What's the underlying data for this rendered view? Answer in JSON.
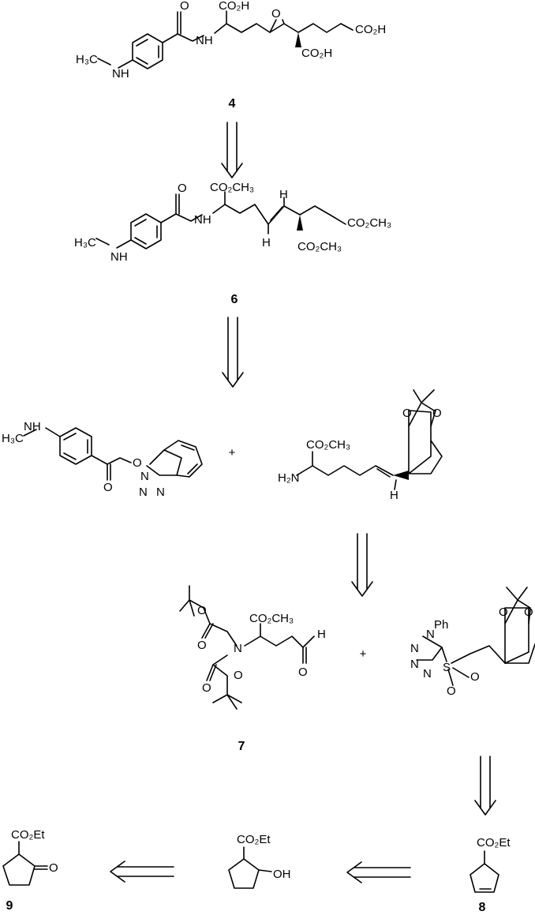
{
  "compound_labels": {
    "c4": "4",
    "c6": "6",
    "c7": "7",
    "c8": "8",
    "c9": "9"
  },
  "text": {
    "plus": "+",
    "co2h": "CO₂H",
    "co2ch3": "CO₂CH₃",
    "co2et": "CO₂Et",
    "h3c": "H₃C",
    "nh": "NH",
    "n": "N",
    "h": "H",
    "o": "O",
    "oh": "OH",
    "h2n": "H₂N",
    "s": "S",
    "ph": "Ph"
  }
}
